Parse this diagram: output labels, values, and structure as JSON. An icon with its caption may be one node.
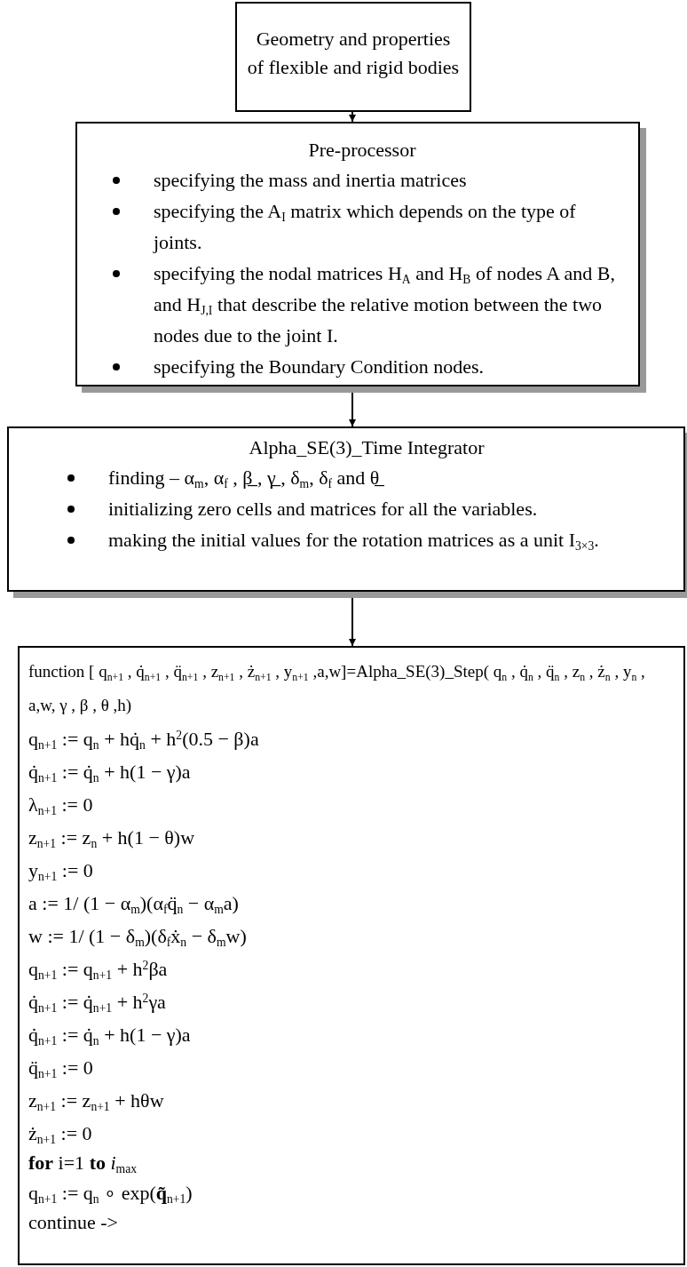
{
  "diagram": {
    "nodes": [
      {
        "text": [
          "Geometry and properties of flexible and rigid bodies"
        ]
      },
      {
        "text": [
          "Pre-processor",
          "specifying the mass and inertia matrices",
          "specifying the A$_{I}$ matrix which depends on the type of joints.",
          "specifying the nodal matrices H$_{A}$ and H$_{B}$ of nodes A and B, and H$_{J,I}$ that describe the relative motion between the two nodes due to the joint I.",
          "specifying the Boundary Condition nodes."
        ]
      },
      {
        "text": [
          "Alpha_SE(3)_Time Integrator",
          "finding – α$_{m}$, α$_{f}$ , β̲ , γ̲ , δ$_{m}$, δ$_{f}$ and θ̲",
          "initializing zero cells and matrices for all the variables.",
          "making the initial values for the rotation matrices as a unit I$_{3×3}$."
        ]
      },
      {
        "text": [
          "function [ q$_{n+1}$ , q̇$_{n+1}$ , q̈$_{n+1}$ , z$_{n+1}$ , ż$_{n+1}$ , y$_{n+1}$ ,a,w]=Alpha_SE(3)_Step( q$_{n}$ , q̇$_{n}$ , q̈$_{n}$ , z$_{n}$ , ż$_{n}$ , y$_{n}$ , a,w, γ , β , θ ,h)",
          "q$_{n+1}$ := q$_{n}$ + hq̇$_{n}$ + h$^{2}$(0.5 − β)a",
          "q̇$_{n+1}$ := q̇$_{n}$ + h(1 − γ)a",
          "λ$_{n+1}$ := 0",
          "z$_{n+1}$ := z$_{n}$ + h(1 − θ)w",
          "y$_{n+1}$ := 0",
          "a := 1/ (1 − α$_{m}$)(α$_{f}$q̈$_{n}$ − α$_{m}$a)",
          "w := 1/ (1 − δ$_{m}$)(δ$_{f}$ẋ$_{n}$ − δ$_{m}$w)",
          "q$_{n+1}$ := q$_{n+1}$ + h$^{2}$βa",
          "q̇$_{n+1}$ := q̇$_{n+1}$ + h$^{2}$γa",
          "q̇$_{n+1}$ := q̇$_{n}$ + h(1 − γ)a",
          "q̈$_{n+1}$ := 0",
          "z$_{n+1}$ := z$_{n+1}$ + hθw",
          "ż$_{n+1}$ := 0",
          "**for** i=1 **to** *i*$_{max}$",
          "q$_{n+1}$ := q$_{n}$ ∘ exp(**q̃**$_{n+1}$)",
          "continue ->"
        ]
      }
    ],
    "edges": [
      {
        "from": 0,
        "to": 1,
        "arrow": "to"
      },
      {
        "from": 1,
        "to": 2,
        "arrow": "to"
      },
      {
        "from": 2,
        "to": 3,
        "arrow": "to"
      }
    ]
  }
}
